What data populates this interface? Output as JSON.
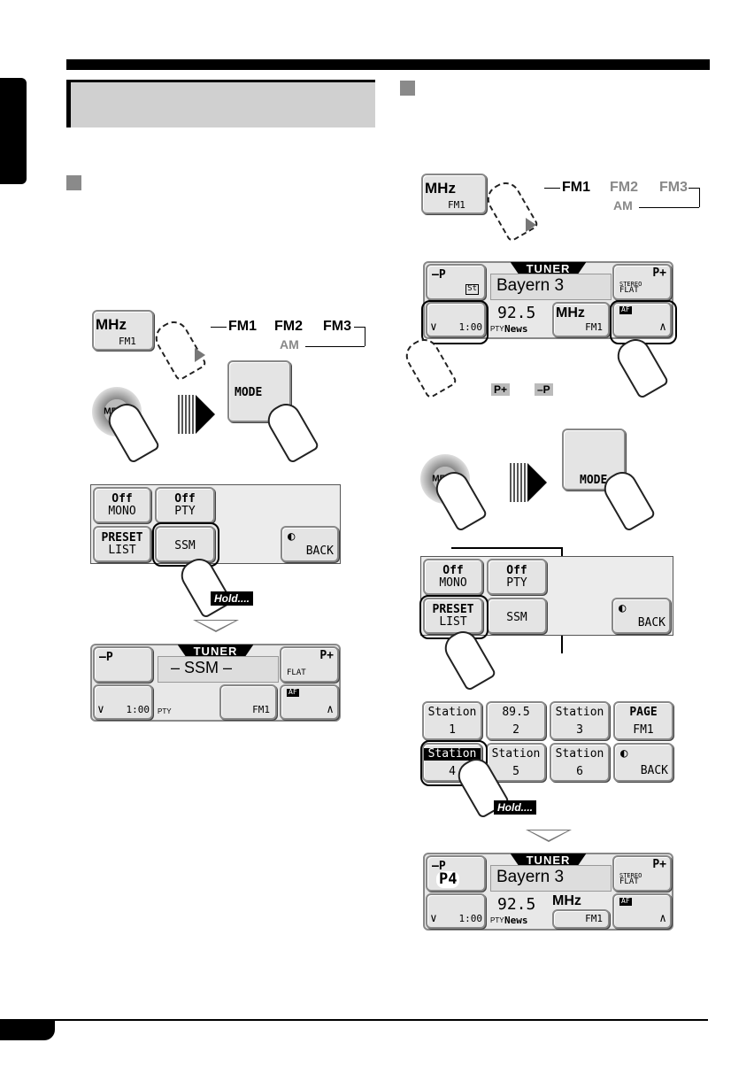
{
  "labels": {
    "fm1": "FM1",
    "fm2": "FM2",
    "fm3": "FM3",
    "am": "AM",
    "mhz": "MHz",
    "menu": "MENU",
    "mode": "MODE",
    "tuner": "TUNER",
    "hold": "Hold....",
    "p_minus": "–P",
    "p_plus": "P+",
    "st": "St",
    "stereo": "STEREO",
    "flat": "FLAT",
    "af": "AF",
    "pty": "PTY",
    "back": "BACK",
    "ssm_display": "– SSM –",
    "time": "1:00",
    "freq": "92.5",
    "news": "News",
    "station_name": "Bayern 3",
    "p4": "P4",
    "page": "PAGE"
  },
  "menu_buttons": {
    "off": "Off",
    "mono": "MONO",
    "pty": "PTY",
    "preset": "PRESET",
    "list": "LIST",
    "ssm": "SSM"
  },
  "preset_list": [
    {
      "top": "Station",
      "num": "1"
    },
    {
      "top": "89.5",
      "num": "2"
    },
    {
      "top": "Station",
      "num": "3"
    },
    {
      "top": "Station",
      "num": "4"
    },
    {
      "top": "Station",
      "num": "5"
    },
    {
      "top": "Station",
      "num": "6"
    }
  ],
  "icons": [
    "finger-press-icon",
    "arrow-right-icon",
    "arrow-down-icon",
    "chevron-down-icon",
    "chevron-up-icon",
    "back-dial-icon"
  ]
}
